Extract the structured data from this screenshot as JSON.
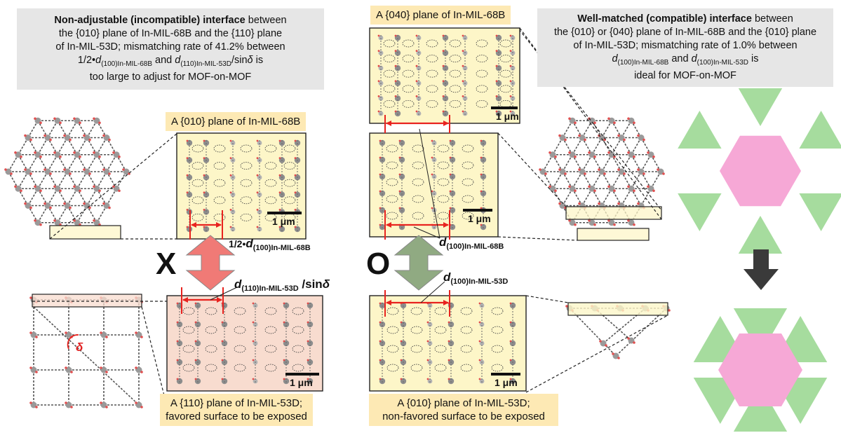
{
  "left": {
    "note": {
      "bold": "Non-adjustable (incompatible) interface",
      "l1": " between",
      "l2": "the {010} plane of In-MIL-68B and the {110} plane",
      "l3": "of In-MIL-53D; mismatching rate of 41.2% between",
      "l4a": "1/2•",
      "l4d": "d",
      "l4s1": "(100)In-MIL-68B",
      "l4b": " and ",
      "l4d2": "d",
      "l4s2": "(110)In-MIL-53D",
      "l4c": "/sin",
      "l4delta": "δ",
      "l4e": " is",
      "l5": "too large to adjust for MOF-on-MOF"
    },
    "top_label": "A {010} plane of In-MIL-68B",
    "bottom_label_l1": "A {110} plane of In-MIL-53D;",
    "bottom_label_l2": "favored surface to be exposed",
    "half_d_prefix": "1/2•",
    "half_d_var": "d",
    "half_d_sub": "(100)In-MIL-68B",
    "d53_var": "d",
    "d53_sub": "(110)In-MIL-53D",
    "d53_suffix": " /sin",
    "d53_delta": "δ",
    "mark": "X",
    "angle": "δ"
  },
  "right": {
    "note": {
      "bold": "Well-matched (compatible) interface",
      "l1": " between",
      "l2": "the {010} or {040} plane of In-MIL-68B and the {010} plane",
      "l3": "of In-MIL-53D; mismatching rate of 1.0% between",
      "l4d": "d",
      "l4s1": "(100)In-MIL-68B",
      "l4b": " and ",
      "l4d2": "d",
      "l4s2": "(100)In-MIL-53D",
      "l4e": " is",
      "l5": "ideal for MOF-on-MOF"
    },
    "top_label": "A {040} plane of In-MIL-68B",
    "bottom_label_l1": "A {010} plane of In-MIL-53D;",
    "bottom_label_l2": "non-favored surface to be exposed",
    "d68_var": "d",
    "d68_sub": "(100)In-MIL-68B",
    "d53_var": "d",
    "d53_sub": "(100)In-MIL-53D",
    "mark": "O"
  },
  "scale_bar": "1 μm",
  "colors": {
    "cream": "#fdf6c8",
    "pink_panel": "#f8dccf",
    "red": "#e8231f",
    "red_arrow": "#f07a76",
    "green_arrow": "#90aa82",
    "hexagon": "#f6a8d6",
    "triangle": "#a6dc9e",
    "dark_arrow": "#3a3a3a"
  }
}
